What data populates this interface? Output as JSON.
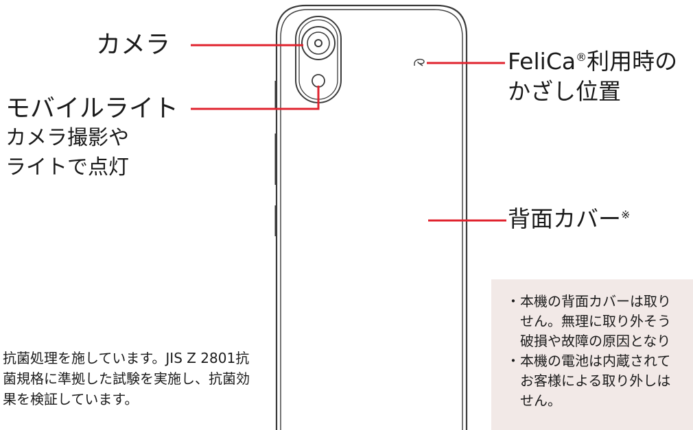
{
  "colors": {
    "leader_line": "#e0232e",
    "phone_outline": "#3a3a3a",
    "note_background": "#f2e9e7",
    "text": "#1a1a1a"
  },
  "labels": {
    "camera": "カメラ",
    "mobile_light": {
      "title": "モバイルライト",
      "description_line1": "カメラ撮影や",
      "description_line2": "ライトで点灯"
    },
    "felica": {
      "line1_prefix": "FeliCa",
      "registered_mark": "®",
      "line1_suffix": "利用時の",
      "line2": "かざし位置"
    },
    "back_cover": {
      "text": "背面カバー",
      "note_mark": "※"
    }
  },
  "icons": {
    "felica_mark": "felica-mark-icon"
  },
  "notes": {
    "antibacterial": "抗菌処理を施しています。JIS Z 2801抗菌規格に準拠した試験を実施し、抗菌効果を検証しています。",
    "cover_notes": [
      {
        "line1": "・本機の背面カバーは取り",
        "line2": "　せん。無理に取り外そう",
        "line3": "　破損や故障の原因となり"
      },
      {
        "line1": "・本機の電池は内蔵されて",
        "line2": "　お客様による取り外しは",
        "line3": "　せん。"
      }
    ]
  }
}
